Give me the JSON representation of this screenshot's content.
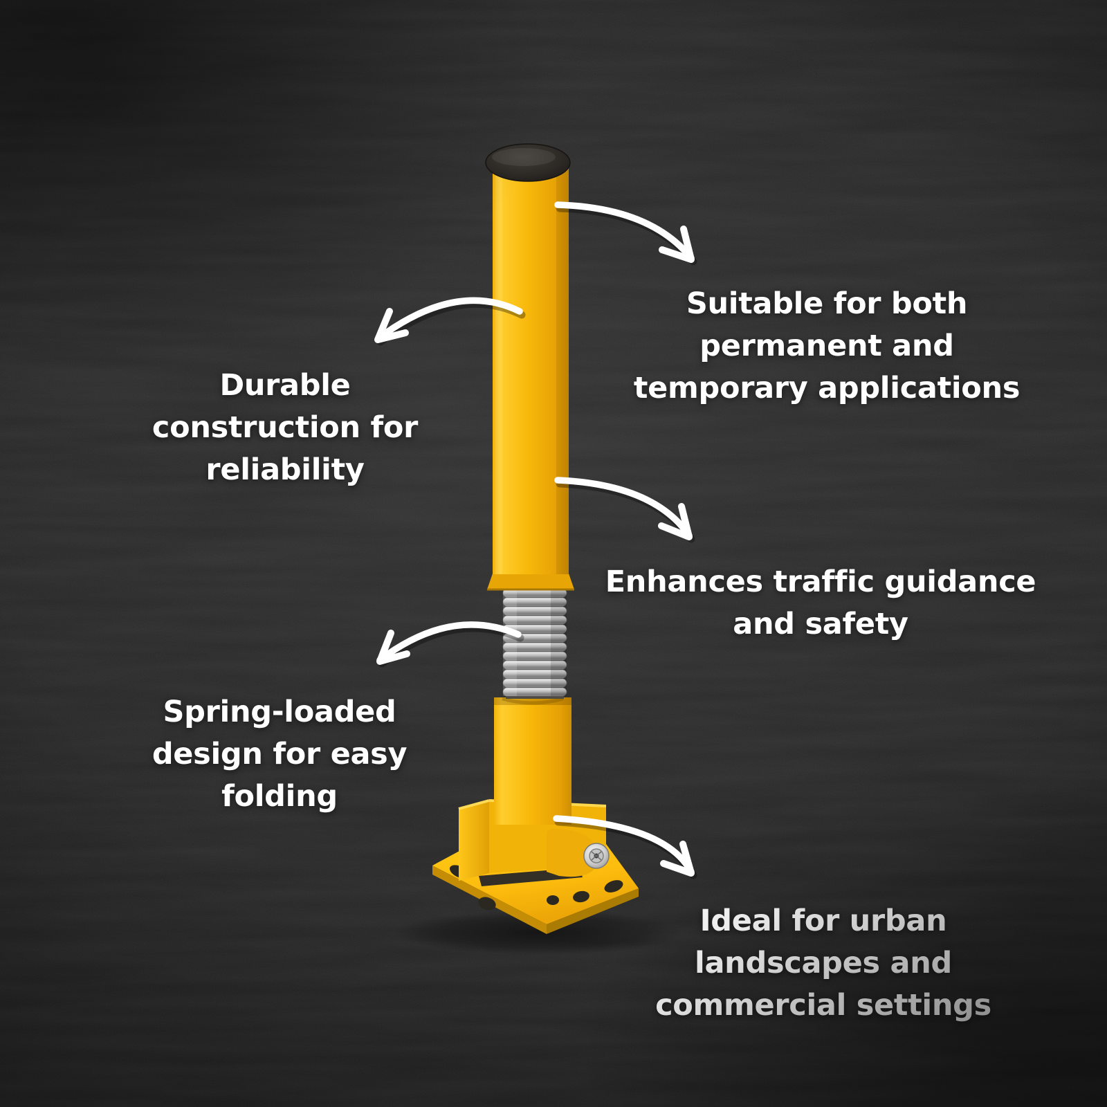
{
  "callouts": [
    {
      "position": "top-right",
      "lines": [
        "Suitable for both",
        "permanent and",
        "temporary applications"
      ]
    },
    {
      "position": "upper-left",
      "lines": [
        "Durable",
        "construction for",
        "reliability"
      ]
    },
    {
      "position": "middle-right",
      "lines": [
        "Enhances traffic guidance",
        "and safety"
      ]
    },
    {
      "position": "lower-left",
      "lines": [
        "Spring-loaded",
        "design for easy",
        "folding"
      ]
    },
    {
      "position": "bottom-right",
      "lines": [
        "Ideal for urban",
        "landscapes and",
        "commercial settings"
      ]
    }
  ],
  "colors": {
    "background": "#222222",
    "text": "#ffffff",
    "arrow": "#ffffff",
    "bollard_yellow": "#f6b60a",
    "bollard_yellow_bright": "#ffc91d",
    "bollard_yellow_deep": "#d89704",
    "cap_black": "#2d2a26",
    "spring_silver": "#c9c9c9",
    "base_yellow": "#ffc412",
    "bolt_silver": "#d7d7d7"
  }
}
